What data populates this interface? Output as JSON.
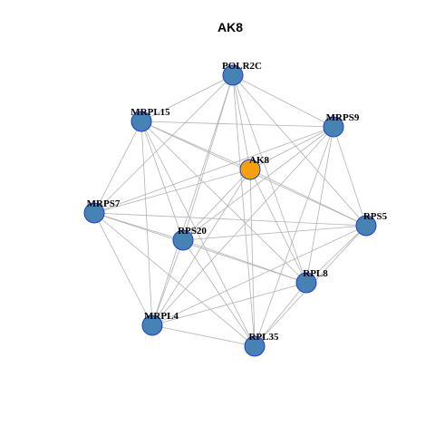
{
  "title": "AK8",
  "colors": {
    "focus_node": "#f5a00f",
    "other_node": "#4682b4",
    "node_border": "#1f3fcf",
    "edge": "#b3b3b3"
  },
  "nodes": [
    {
      "id": "POLR2C",
      "label": "POLR2C",
      "focus": false
    },
    {
      "id": "MRPS9",
      "label": "MRPS9",
      "focus": false
    },
    {
      "id": "MRPL15",
      "label": "MRPL15",
      "focus": false
    },
    {
      "id": "AK8",
      "label": "AK8",
      "focus": true
    },
    {
      "id": "MRPS7",
      "label": "MRPS7",
      "focus": false
    },
    {
      "id": "RPS5",
      "label": "RPS5",
      "focus": false
    },
    {
      "id": "RPS20",
      "label": "RPS20",
      "focus": false
    },
    {
      "id": "RPL8",
      "label": "RPL8",
      "focus": false
    },
    {
      "id": "MRPL4",
      "label": "MRPL4",
      "focus": false
    },
    {
      "id": "RPL35",
      "label": "RPL35",
      "focus": false
    }
  ],
  "edges": [
    [
      "POLR2C",
      "MRPL15"
    ],
    [
      "POLR2C",
      "MRPS9"
    ],
    [
      "POLR2C",
      "AK8"
    ],
    [
      "POLR2C",
      "MRPS7"
    ],
    [
      "POLR2C",
      "RPS5"
    ],
    [
      "POLR2C",
      "RPS20"
    ],
    [
      "POLR2C",
      "RPL8"
    ],
    [
      "POLR2C",
      "MRPL4"
    ],
    [
      "POLR2C",
      "RPL35"
    ],
    [
      "MRPS9",
      "MRPL15"
    ],
    [
      "MRPS9",
      "AK8"
    ],
    [
      "MRPS9",
      "MRPS7"
    ],
    [
      "MRPS9",
      "RPS5"
    ],
    [
      "MRPS9",
      "RPS20"
    ],
    [
      "MRPS9",
      "RPL8"
    ],
    [
      "MRPS9",
      "MRPL4"
    ],
    [
      "MRPS9",
      "RPL35"
    ],
    [
      "MRPL15",
      "AK8"
    ],
    [
      "MRPL15",
      "MRPS7"
    ],
    [
      "MRPL15",
      "RPS5"
    ],
    [
      "MRPL15",
      "RPS20"
    ],
    [
      "MRPL15",
      "RPL8"
    ],
    [
      "MRPL15",
      "MRPL4"
    ],
    [
      "MRPL15",
      "RPL35"
    ],
    [
      "AK8",
      "MRPS7"
    ],
    [
      "AK8",
      "RPS5"
    ],
    [
      "AK8",
      "RPS20"
    ],
    [
      "AK8",
      "RPL8"
    ],
    [
      "AK8",
      "MRPL4"
    ],
    [
      "AK8",
      "RPL35"
    ],
    [
      "MRPS7",
      "RPS5"
    ],
    [
      "MRPS7",
      "RPS20"
    ],
    [
      "MRPS7",
      "RPL8"
    ],
    [
      "MRPS7",
      "MRPL4"
    ],
    [
      "MRPS7",
      "RPL35"
    ],
    [
      "RPS5",
      "RPS20"
    ],
    [
      "RPS5",
      "RPL8"
    ],
    [
      "RPS5",
      "MRPL4"
    ],
    [
      "RPS5",
      "RPL35"
    ],
    [
      "RPS20",
      "RPL8"
    ],
    [
      "RPS20",
      "MRPL4"
    ],
    [
      "RPS20",
      "RPL35"
    ],
    [
      "RPL8",
      "MRPL4"
    ],
    [
      "RPL8",
      "RPL35"
    ],
    [
      "MRPL4",
      "RPL35"
    ]
  ]
}
